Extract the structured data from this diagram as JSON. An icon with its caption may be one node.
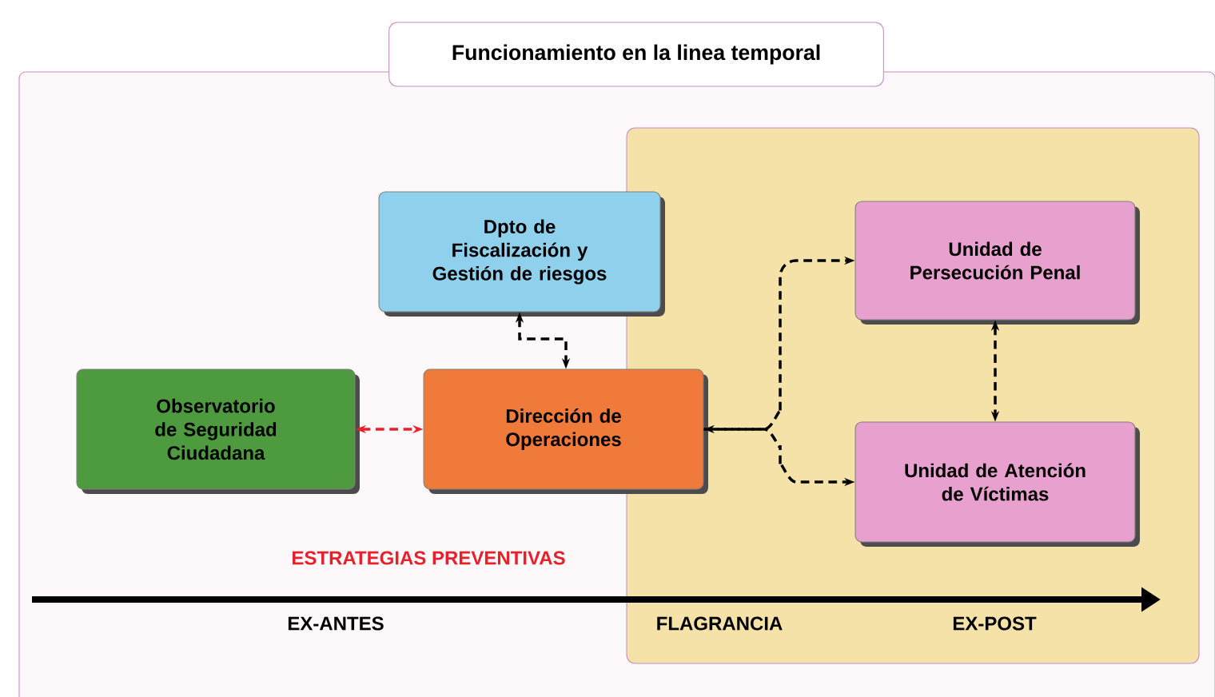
{
  "diagram": {
    "title": "Funcionamiento en la linea temporal",
    "nodes": [
      {
        "text": [
          "Dpto de Fiscalización y Gestión de riesgos"
        ]
      },
      {
        "text": [
          "Observatorio de Seguridad Ciudadana"
        ]
      },
      {
        "text": [
          "Dirección de Operaciones"
        ]
      },
      {
        "text": [
          "Unidad de Persecución Penal"
        ]
      },
      {
        "text": [
          "Unidad de Atención de Víctimas"
        ]
      }
    ],
    "edges": [
      {
        "from": 0,
        "to": 2,
        "arrow": "both",
        "style": "dashed"
      },
      {
        "from": 1,
        "to": 2,
        "arrow": "both",
        "style": "dashed",
        "color": "#e8202a"
      },
      {
        "from": 2,
        "to": 3,
        "arrow": "both",
        "style": "dashed"
      },
      {
        "from": 2,
        "to": 4,
        "arrow": "to",
        "style": "dashed"
      },
      {
        "from": 3,
        "to": 4,
        "arrow": "both",
        "style": "dashed"
      }
    ],
    "labels": [
      "ESTRATEGIAS PREVENTIVAS",
      "EX-ANTES",
      "FLAGRANCIA",
      "EX-POST"
    ]
  }
}
